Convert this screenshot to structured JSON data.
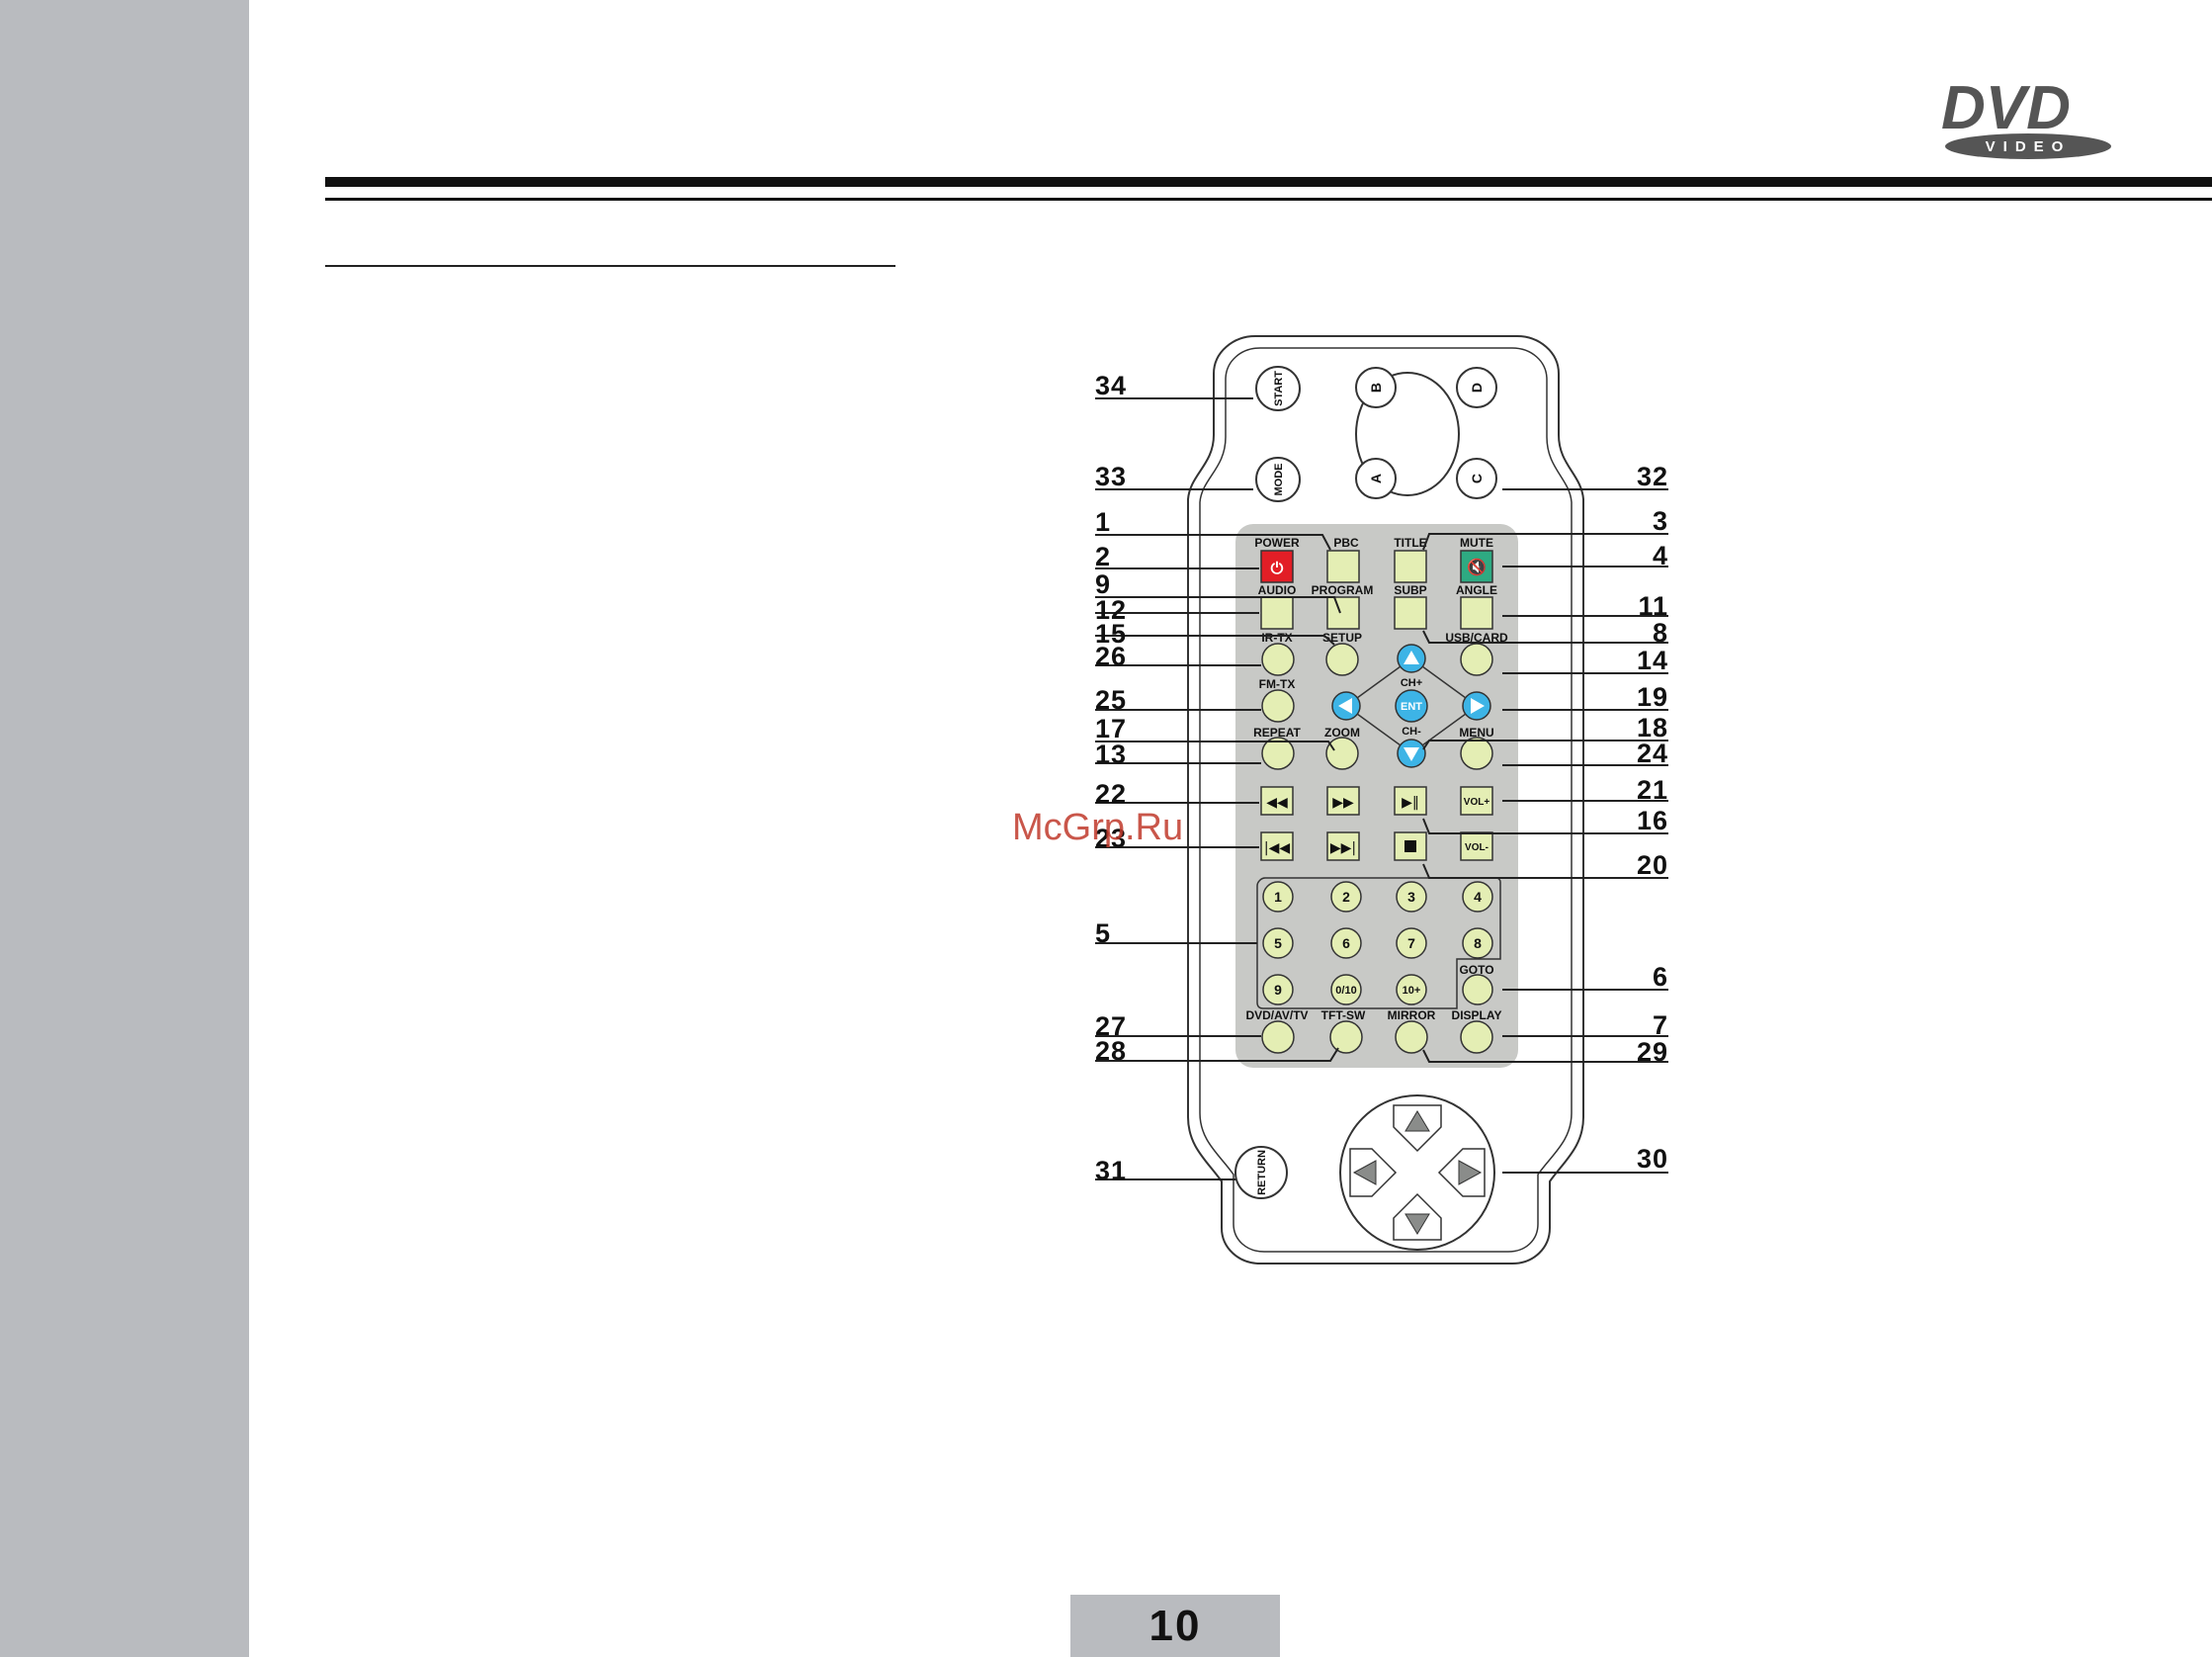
{
  "page": {
    "number": "10",
    "watermark": "McGrp.Ru"
  },
  "logo": {
    "brand": "DVD",
    "sub": "VIDEO"
  },
  "remote": {
    "top_buttons": {
      "start": "START",
      "mode": "MODE",
      "return": "RETURN",
      "a": "A",
      "b": "B",
      "c": "C",
      "d": "D"
    },
    "key_labels": {
      "power": "POWER",
      "pbc": "PBC",
      "title": "TITLE",
      "mute": "MUTE",
      "audio": "AUDIO",
      "program": "PROGRAM",
      "subp": "SUBP",
      "angle": "ANGLE",
      "ir_tx": "IR-TX",
      "setup": "SETUP",
      "usb_card": "USB/CARD",
      "fm_tx": "FM-TX",
      "ch_plus": "CH+",
      "ch_minus": "CH-",
      "ent": "ENT",
      "repeat": "REPEAT",
      "zoom": "ZOOM",
      "menu": "MENU",
      "vol_plus": "VOL+",
      "vol_minus": "VOL-",
      "goto": "GOTO",
      "dvd_av_tv": "DVD/AV/TV",
      "tft_sw": "TFT-SW",
      "mirror": "MIRROR",
      "display": "DISPLAY"
    },
    "digits": [
      "1",
      "2",
      "3",
      "4",
      "5",
      "6",
      "7",
      "8",
      "9",
      "0/10",
      "10+"
    ],
    "callouts_left": [
      "34",
      "33",
      "1",
      "2",
      "9",
      "12",
      "15",
      "26",
      "25",
      "17",
      "13",
      "22",
      "23",
      "5",
      "27",
      "28",
      "31"
    ],
    "callouts_right": [
      "32",
      "3",
      "4",
      "11",
      "8",
      "14",
      "19",
      "18",
      "24",
      "21",
      "16",
      "20",
      "6",
      "7",
      "29",
      "30"
    ]
  }
}
